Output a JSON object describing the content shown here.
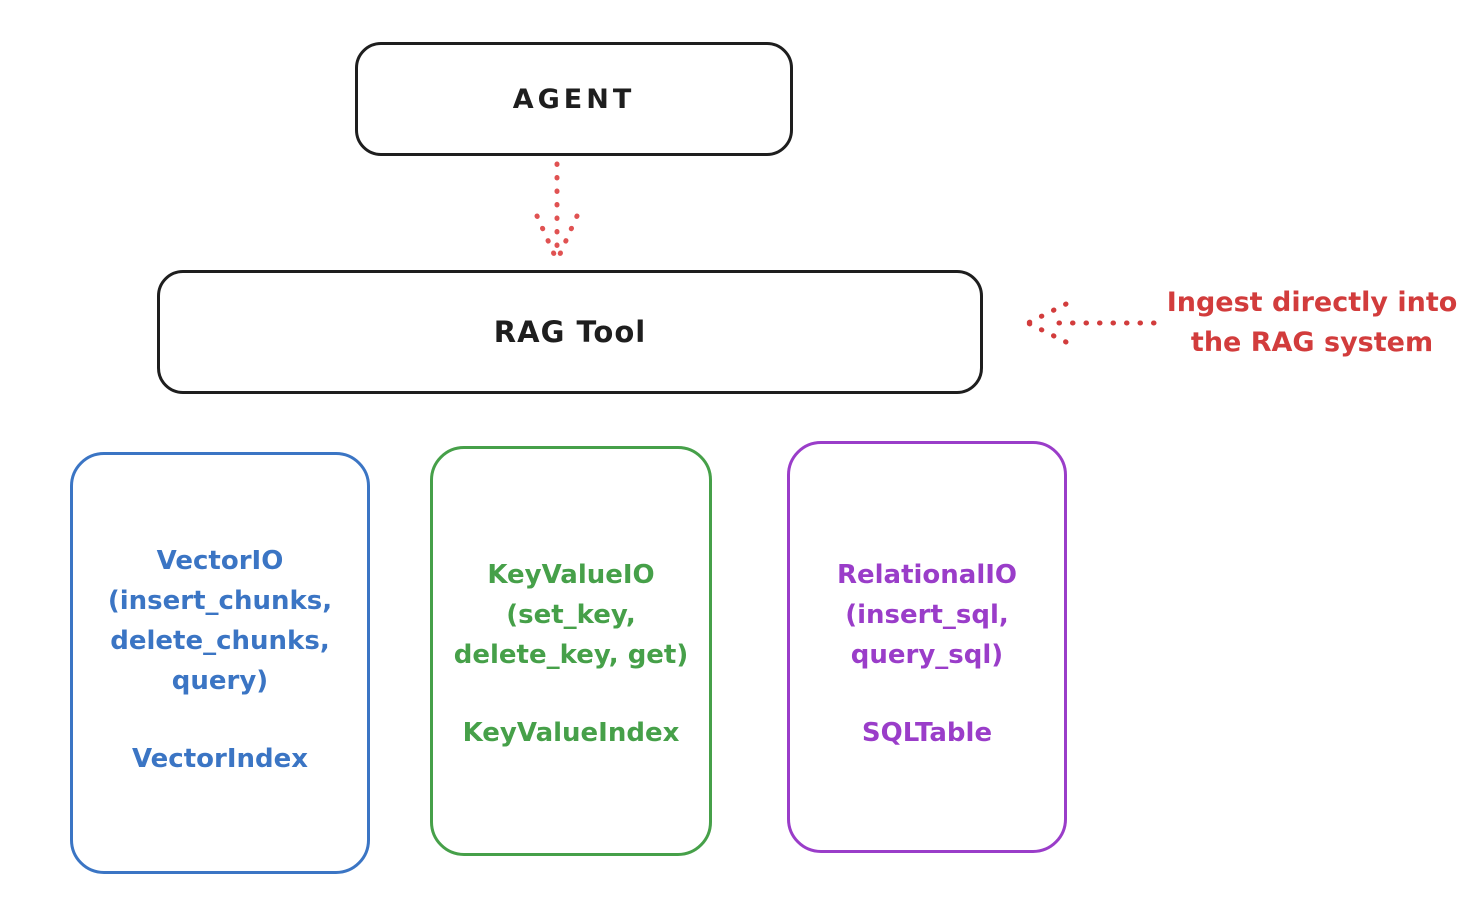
{
  "agent": {
    "label": "AGENT"
  },
  "rag_tool": {
    "label": "RAG Tool"
  },
  "annotation": {
    "line1": "Ingest directly into",
    "line2": "the RAG system"
  },
  "arrows": {
    "agent_to_ragtool": "dotted-down-arrow",
    "annotation_to_ragtool": "dotted-left-arrow"
  },
  "io_boxes": [
    {
      "id": "vector-io",
      "lines": [
        "VectorIO",
        "(insert_chunks,",
        "delete_chunks,",
        "query)"
      ],
      "index_label": "VectorIndex",
      "color": "#3b75c4"
    },
    {
      "id": "keyvalue-io",
      "lines": [
        "KeyValueIO",
        "(set_key,",
        "delete_key, get)"
      ],
      "index_label": "KeyValueIndex",
      "color": "#46a049"
    },
    {
      "id": "relational-io",
      "lines": [
        "RelationalIO",
        "(insert_sql,",
        "query_sql)"
      ],
      "index_label": "SQLTable",
      "color": "#9a3dc9"
    }
  ],
  "colors": {
    "stroke_black": "#1e1e1e",
    "arrow_red": "#e05252",
    "annotation_red": "#d23c3c",
    "vector_blue": "#3b75c4",
    "keyvalue_green": "#46a049",
    "relational_purple": "#9a3dc9"
  }
}
